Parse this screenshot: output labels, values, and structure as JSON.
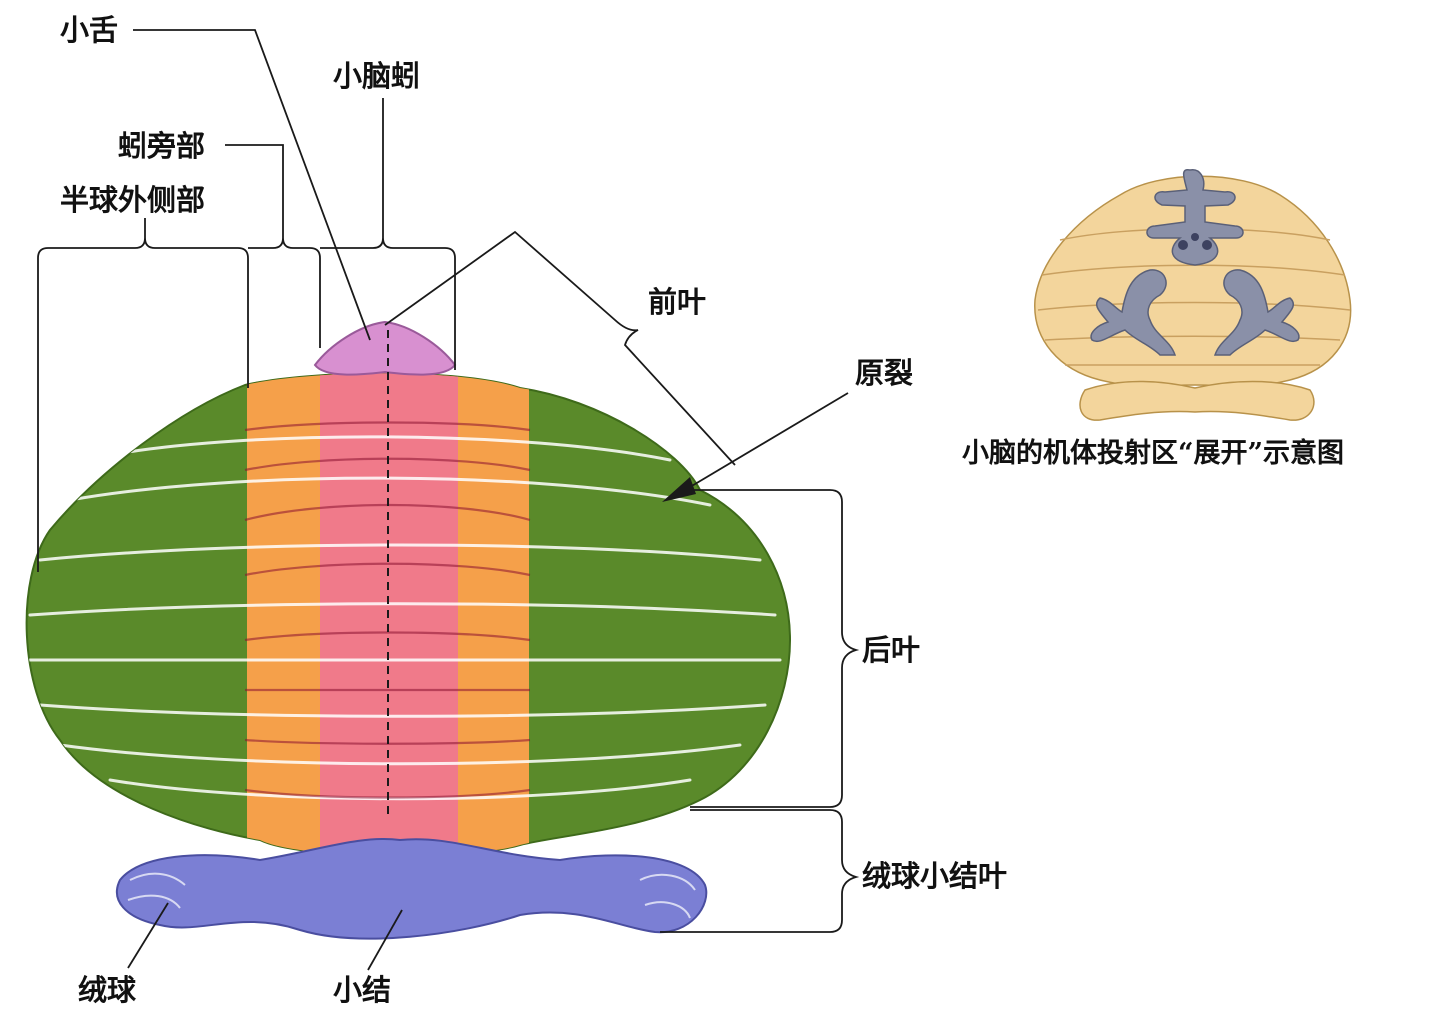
{
  "labels": {
    "lingula": "小舌",
    "vermis": "小脑蚓",
    "paravermis": "蚓旁部",
    "lateral_hemisphere": "半球外侧部",
    "anterior_lobe": "前叶",
    "primary_fissure": "原裂",
    "posterior_lobe": "后叶",
    "flocculonodular_lobe": "绒球小结叶",
    "flocculus": "绒球",
    "nodulus": "小结"
  },
  "inset": {
    "caption": "小脑的机体投射区“展开”示意图"
  },
  "colors": {
    "hemisphere": "#5a8a2a",
    "paravermis": "#f5a04a",
    "vermis": "#f07a8a",
    "lingula": "#d890d0",
    "flocculonodular": "#7b7fd4",
    "inset_cerebellum": "#f3d59c",
    "inset_projection": "#8a90a8"
  }
}
